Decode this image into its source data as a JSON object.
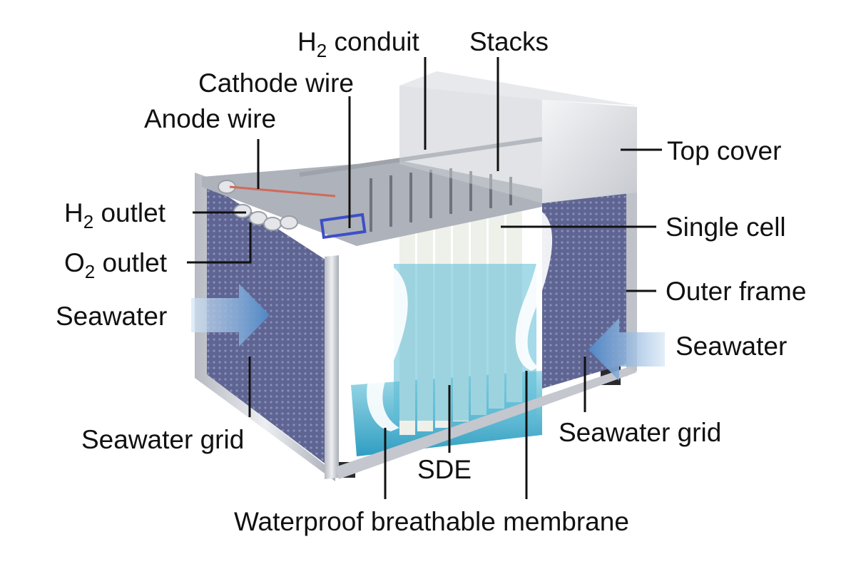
{
  "labels": {
    "h2_conduit": {
      "main": "H",
      "sub": "2",
      "rest": " conduit"
    },
    "stacks": "Stacks",
    "cathode_wire": "Cathode wire",
    "anode_wire": "Anode wire",
    "h2_outlet": {
      "main": "H",
      "sub": "2",
      "rest": " outlet"
    },
    "o2_outlet": {
      "main": "O",
      "sub": "2",
      "rest": " outlet"
    },
    "seawater_left": "Seawater",
    "seawater_right": "Seawater",
    "top_cover": "Top cover",
    "single_cell": "Single cell",
    "outer_frame": "Outer frame",
    "seawater_grid_left": "Seawater grid",
    "seawater_grid_right": "Seawater grid",
    "sde": "SDE",
    "membrane": "Waterproof breathable membrane"
  },
  "colors": {
    "frame": "#c9ccd3",
    "grid": "#5d6490",
    "electrolyte": "#6fc6dc",
    "cell": "#f1f3ee",
    "arrow": "#7aa7d6",
    "leader": "#111111"
  }
}
